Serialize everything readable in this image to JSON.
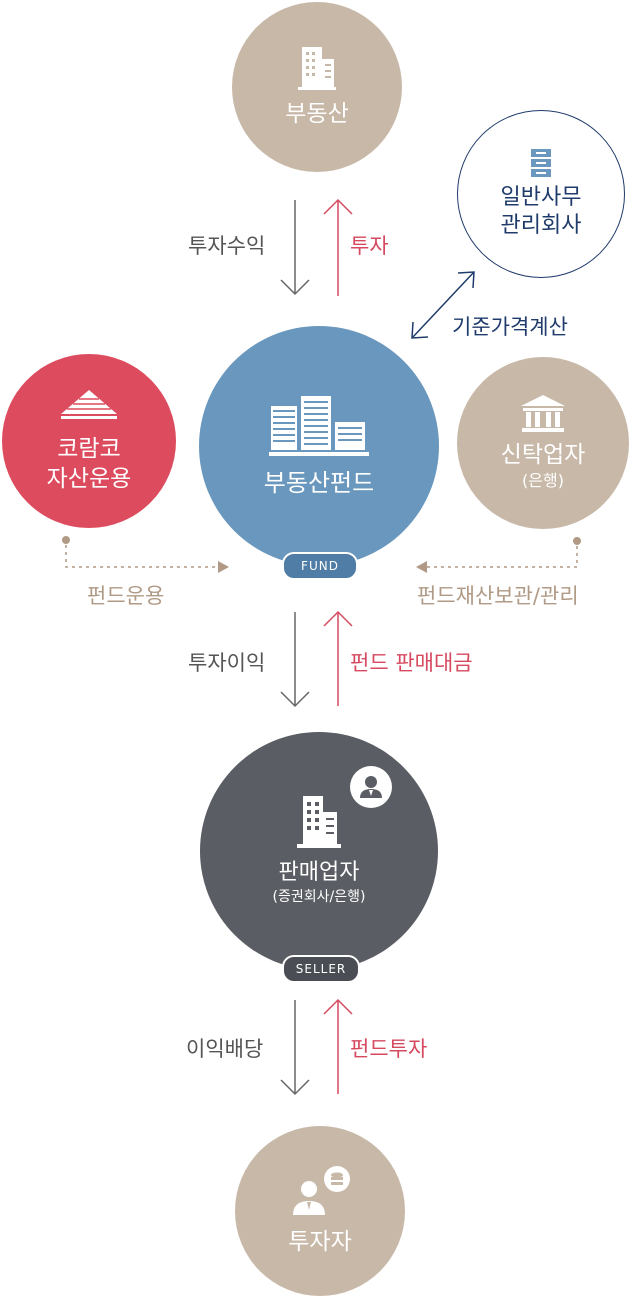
{
  "nodes": {
    "real_estate": {
      "label": "부동산"
    },
    "admin": {
      "line1": "일반사무",
      "line2": "관리회사"
    },
    "korameco": {
      "line1": "코람코",
      "line2": "자산운용"
    },
    "fund": {
      "label": "부동산펀드",
      "badge": "FUND"
    },
    "trustee": {
      "label": "신탁업자",
      "sub": "(은행)"
    },
    "seller": {
      "label": "판매업자",
      "sub": "(증권회사/은행)",
      "badge": "SELLER"
    },
    "investor": {
      "label": "투자자"
    }
  },
  "flows": {
    "invest_return": "투자수익",
    "invest": "투자",
    "nav_calc": "기준가격계산",
    "fund_mgmt": "펀드운용",
    "asset_custody": "펀드재산보관/관리",
    "invest_profit": "투자이익",
    "fund_sales_proceeds": "펀드 판매대금",
    "dividend": "이익배당",
    "fund_invest": "펀드투자"
  },
  "colors": {
    "tan": "#c8b8a8",
    "blue": "#6a97bd",
    "red": "#dd4b5e",
    "dark": "#5a5d63",
    "navy": "#1f3b6b",
    "arrow_gray": "#666666",
    "arrow_red": "#d6495f"
  }
}
